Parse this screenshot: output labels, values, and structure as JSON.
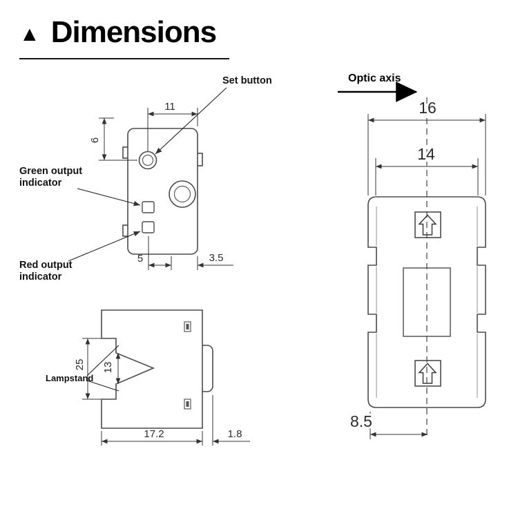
{
  "page": {
    "title": "Dimensions"
  },
  "front_view": {
    "labels": {
      "set_button": "Set button",
      "green_output_line1": "Green output",
      "green_output_line2": "indicator",
      "red_output_line1": "Red output",
      "red_output_line2": "indicator"
    },
    "dims": {
      "top_width": "11",
      "button_offset": "6",
      "bottom_left": "5",
      "bottom_right": "3.5"
    }
  },
  "side_view": {
    "labels": {
      "lampstand": "Lampstand"
    },
    "dims": {
      "slot_height": "25",
      "notch_height": "13",
      "width": "17.2",
      "lens_depth": "1.8"
    }
  },
  "top_view": {
    "labels": {
      "optic_axis": "Optic axis"
    },
    "dims": {
      "outer_width": "16",
      "inner_width": "14",
      "axis_offset": "8.5"
    }
  }
}
